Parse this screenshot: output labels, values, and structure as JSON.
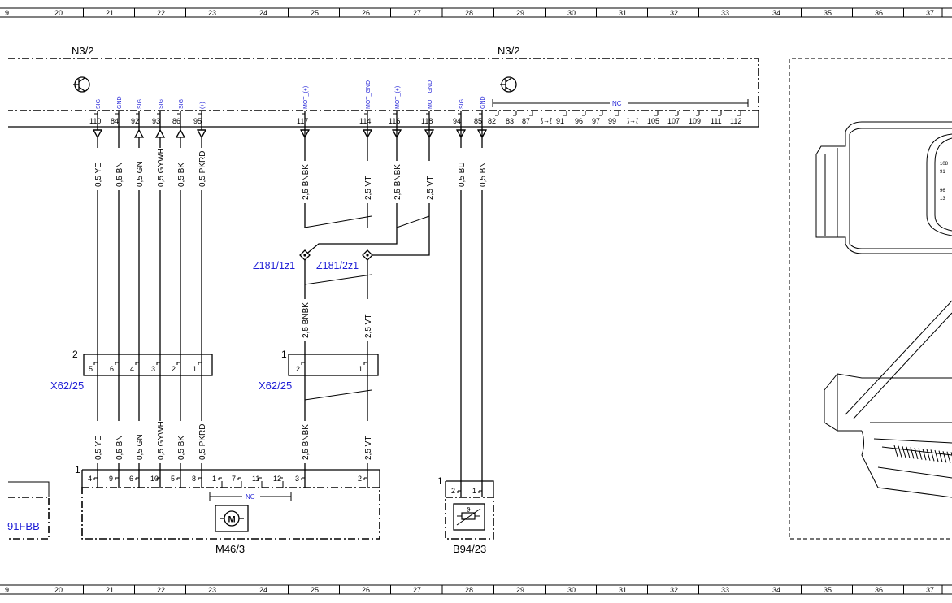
{
  "grid": {
    "labels": [
      "9",
      "20",
      "21",
      "22",
      "23",
      "24",
      "25",
      "26",
      "27",
      "28",
      "29",
      "30",
      "31",
      "32",
      "33",
      "34",
      "35",
      "36",
      "37"
    ]
  },
  "modules": {
    "left_label": "N3/2",
    "right_label": "N3/2",
    "nc_label": "NC"
  },
  "left_pins": [
    {
      "num": "110",
      "sig": "SIG",
      "wire": "0,5 YE",
      "arrow": "down"
    },
    {
      "num": "84",
      "sig": "GND",
      "wire": "0,5 BN",
      "arrow": "none"
    },
    {
      "num": "92",
      "sig": "SIG",
      "wire": "0,5 GN",
      "arrow": "up"
    },
    {
      "num": "93",
      "sig": "SIG",
      "wire": "0,5 GYWH",
      "arrow": "up"
    },
    {
      "num": "86",
      "sig": "SIG",
      "wire": "0,5 BK",
      "arrow": "up"
    },
    {
      "num": "95",
      "sig": "(+)",
      "wire": "0,5 PKRD",
      "arrow": "down"
    }
  ],
  "mid_pins": [
    {
      "num": "117",
      "sig": "MOT_(+)",
      "wire": "2,5 BNBK"
    },
    {
      "num": "114",
      "sig": "MOT_GND",
      "wire": "2,5 VT"
    },
    {
      "num": "116",
      "sig": "MOT_(+)",
      "wire": "2,5 BNBK"
    },
    {
      "num": "118",
      "sig": "MOT_GND",
      "wire": "2,5 VT"
    }
  ],
  "right_pins": [
    {
      "num": "94",
      "sig": "SIG",
      "wire": "0,5 BU"
    },
    {
      "num": "85",
      "sig": "GND",
      "wire": "0,5 BN"
    }
  ],
  "nc_pins": [
    "82",
    "83",
    "87",
    "91",
    "96",
    "97",
    "99",
    "105",
    "107",
    "109",
    "111",
    "112"
  ],
  "splices": {
    "z1": "Z181/1z1",
    "z2": "Z181/2z1"
  },
  "mid_wires_lower": [
    "2,5 BNBK",
    "2,5 VT"
  ],
  "connector_left": {
    "label": "X62/25",
    "number": "2",
    "pins": [
      "5",
      "6",
      "4",
      "3",
      "2",
      "1"
    ]
  },
  "connector_mid": {
    "label": "X62/25",
    "number": "1",
    "pins": [
      "2",
      "1"
    ]
  },
  "lower_wires": [
    "0,5 YE",
    "0,5 BN",
    "0,5 GN",
    "0,5 GYWH",
    "0,5 BK",
    "0,5 PKRD",
    "2,5 BNBK",
    "2,5 VT"
  ],
  "motor": {
    "label": "M46/3",
    "number": "1",
    "pins": [
      "4",
      "9",
      "6",
      "10",
      "5",
      "8",
      "1",
      "7",
      "11",
      "12",
      "3",
      "2"
    ],
    "icon": "motor-icon"
  },
  "sensor": {
    "label": "B94/23",
    "number": "1",
    "pins": [
      "2",
      "1"
    ],
    "icon": "temperature-sensor-icon"
  },
  "left_partial_label": "91FBB"
}
